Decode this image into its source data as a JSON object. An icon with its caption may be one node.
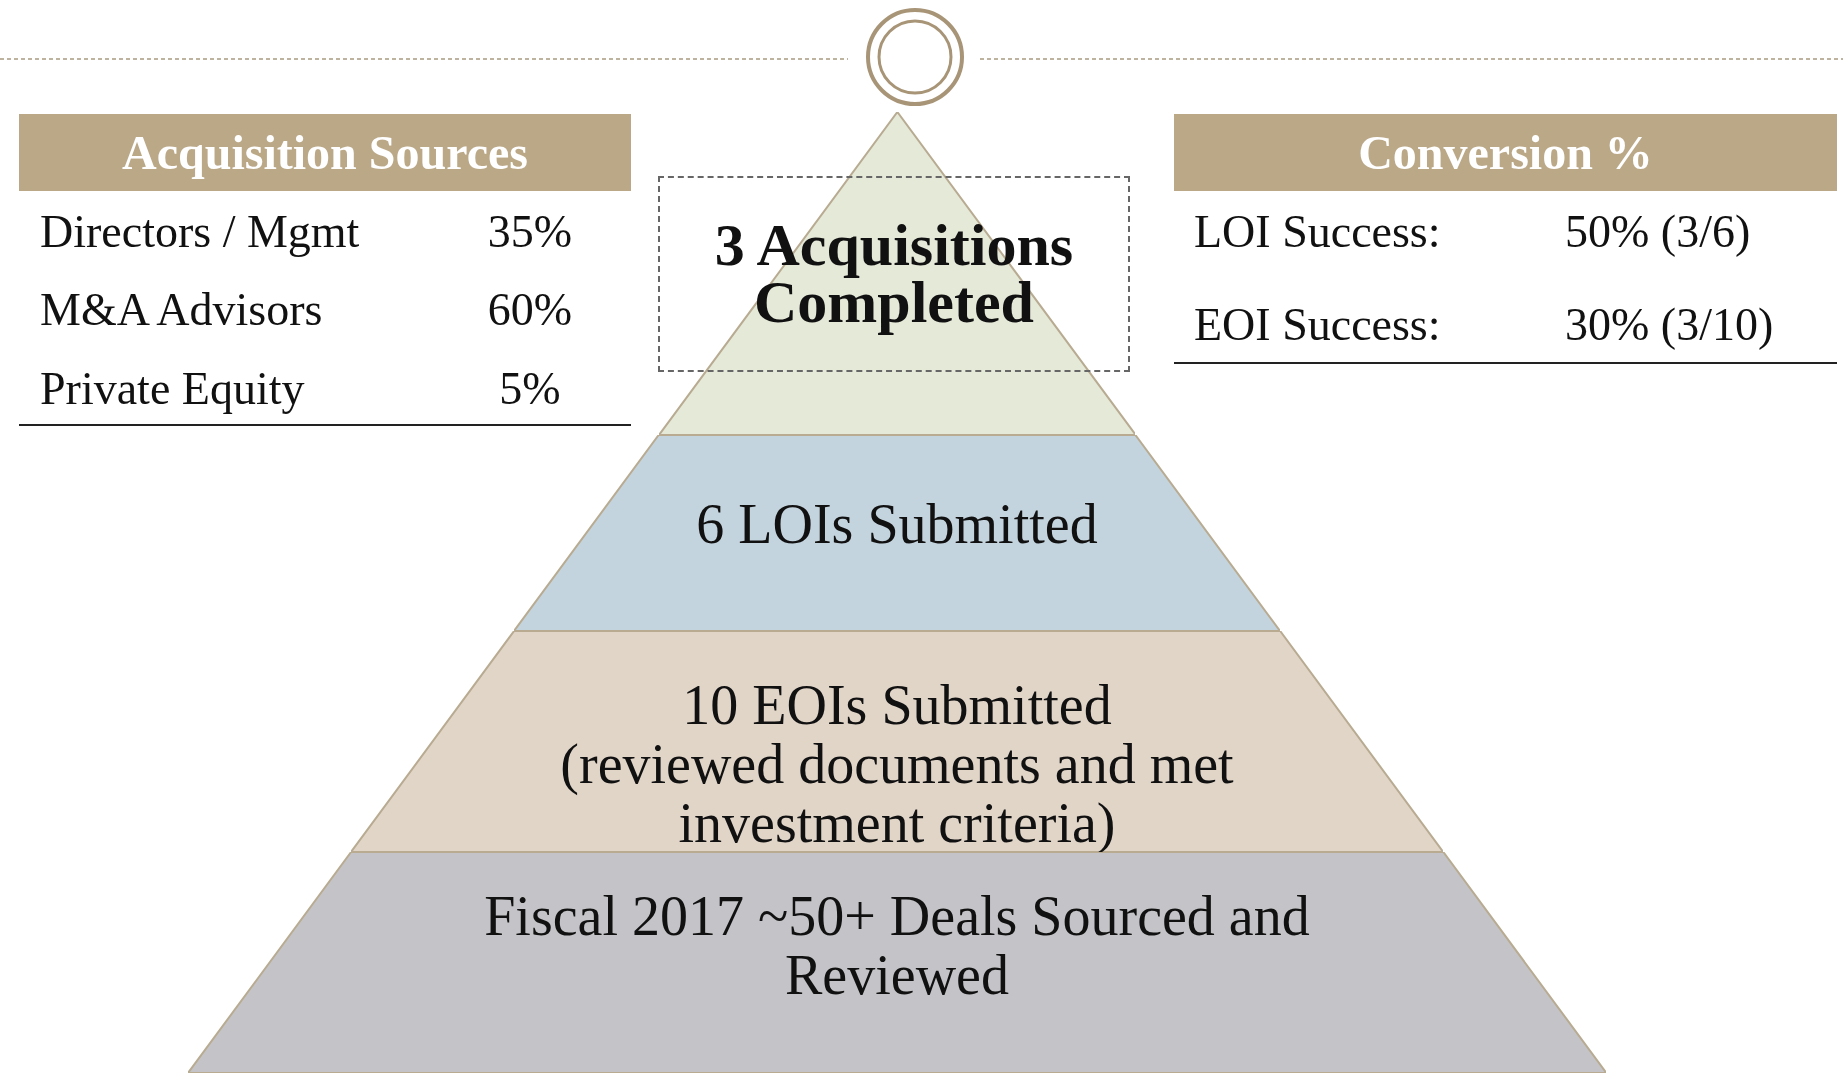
{
  "diagram": {
    "nodes": [
      {
        "text": [
          "3 Acquisitions Completed"
        ]
      },
      {
        "text": [
          "6 LOIs Submitted"
        ]
      },
      {
        "text": [
          "10 EOIs Submitted",
          "(reviewed documents and met investment criteria)"
        ]
      },
      {
        "text": [
          "Fiscal 2017 ~50+ Deals Sourced and Reviewed"
        ]
      },
      {
        "text": [
          "Acquisition Sources"
        ]
      },
      {
        "text": [
          "Conversion %"
        ]
      }
    ],
    "edges": [],
    "labels": [
      "Directors / Mgmt",
      "35%",
      "M&A Advisors",
      "60%",
      "Private Equity",
      "5%",
      "LOI Success:",
      "50% (3/6)",
      "EOI Success:",
      "30% (3/10)"
    ]
  }
}
